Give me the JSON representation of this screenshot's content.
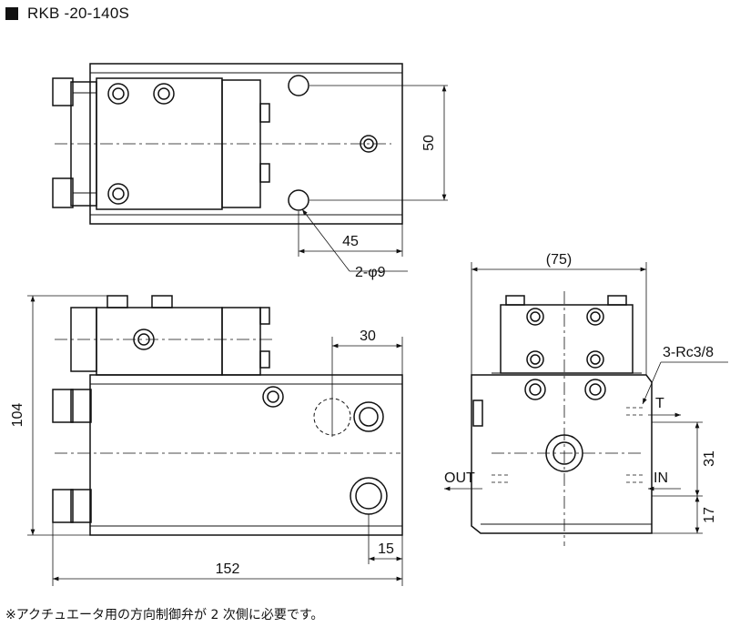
{
  "title": "RKB -20-140S",
  "note": "※アクチュエータ用の方向制御弁が 2 次側に必要です。",
  "dimensions": {
    "top_width": "50",
    "top_pitch": "45",
    "holes": "2-φ9",
    "front_height": "104",
    "front_offset": "30",
    "front_length": "152",
    "front_small": "15",
    "side_width": "(75)",
    "side_upper": "31",
    "side_lower": "17"
  },
  "ports": {
    "label": "3-Rc3/8",
    "t": "T",
    "out": "OUT",
    "in": "IN"
  }
}
